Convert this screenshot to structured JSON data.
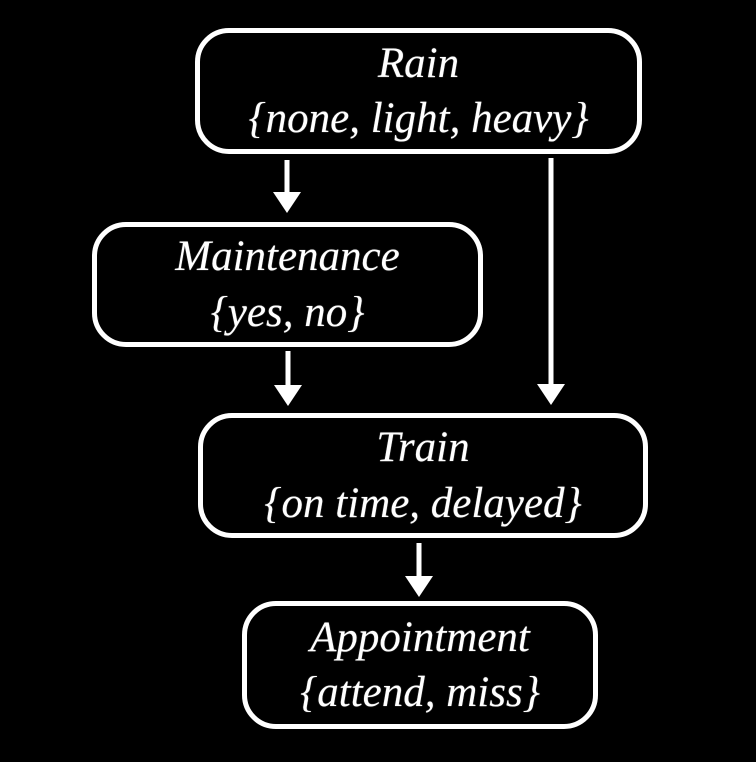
{
  "diagram": {
    "type": "bayesian-network",
    "background_color": "#000000",
    "node_border_color": "#ffffff",
    "text_color": "#ffffff",
    "arrow_color": "#ffffff",
    "nodes": [
      {
        "id": "rain",
        "label": "Rain",
        "values": "{none, light, heavy}"
      },
      {
        "id": "maintenance",
        "label": "Maintenance",
        "values": "{yes, no}"
      },
      {
        "id": "train",
        "label": "Train",
        "values": "{on time, delayed}"
      },
      {
        "id": "appointment",
        "label": "Appointment",
        "values": "{attend, miss}"
      }
    ],
    "edges": [
      {
        "from": "rain",
        "to": "maintenance"
      },
      {
        "from": "rain",
        "to": "train"
      },
      {
        "from": "maintenance",
        "to": "train"
      },
      {
        "from": "train",
        "to": "appointment"
      }
    ]
  }
}
